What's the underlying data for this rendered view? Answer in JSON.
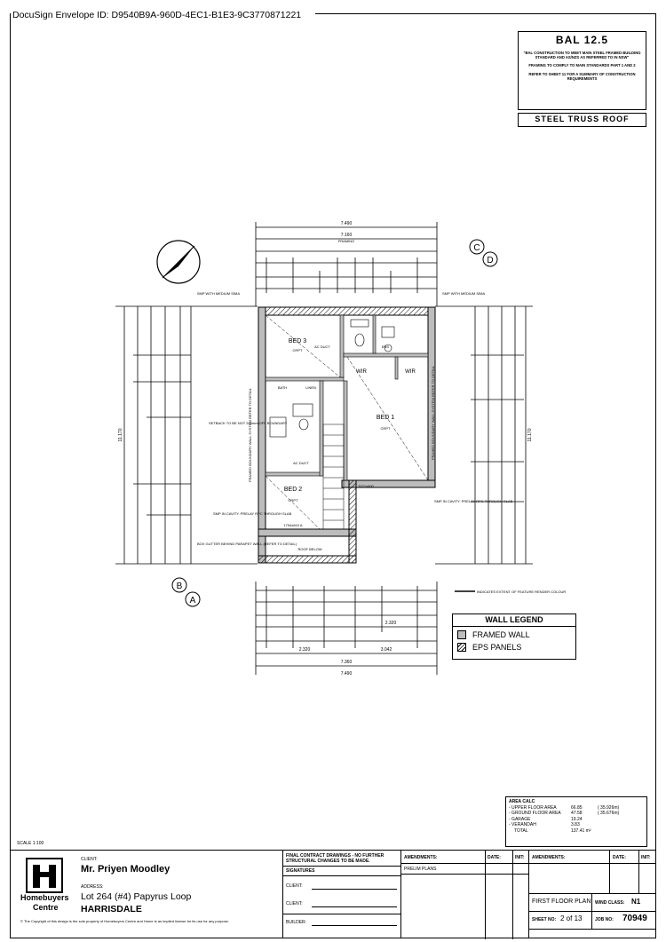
{
  "envelope": "DocuSign Envelope ID: D9540B9A-960D-4EC1-B1E3-9C3770871221",
  "bal": {
    "title": "BAL 12.5",
    "line1": "\"BAL CONSTRUCTION TO MEET MAIN STEEL FRAMED BUILDING STANDARD AND AS/NZS AS REFERRED TO IN NSW\"",
    "line2": "FRAMING TO COMPLY TO MAIN STANDARDS PART 1 AND 2",
    "line3": "REFER TO SHEET 11 FOR A SUMMARY OF CONSTRUCTION REQUIREMENTS"
  },
  "roof": "STEEL TRUSS ROOF",
  "rooms": {
    "bed3": "BED 3",
    "bed3_carpet": "CRPT",
    "bed1": "BED 1",
    "bed1_carpet": "CRPT",
    "bed2": "BED 2",
    "bed2_carpet": "CRPT",
    "wir1": "WIR",
    "wir2": "WIR",
    "linen": "LINEN",
    "ens": "ENS",
    "bath": "BATH",
    "ac": "AC DUCT",
    "ac2": "AC DUCT"
  },
  "dims": {
    "overall_top": "7.490",
    "overall_top2": "7.160",
    "framing": "FRAMING",
    "overall_bottom": "7.490",
    "overall_bottom2": "7.360",
    "left_overall": "11.170",
    "right_overall": "11.170",
    "bottom_a": "2.320",
    "bottom_b": "3.042",
    "bottom_c": "2.320"
  },
  "notes": {
    "n1": "SMP WITH MEDIUM SIMA",
    "n2": "SMP WITH MEDIUM SIMA",
    "n3": "SETBACK TO BE NOT 200mm OFF BOUNDARY",
    "n4": "FRAMED BOUNDARY WALL SYSTEM REFER TO DETAIL",
    "n5": "FRAMED BOUNDARY WALL SYSTEM REFER TO DETAIL",
    "n6": "SMP IN CAVITY. PRELAY RPC THROUGH SLAB",
    "n7": "SMP IN CAVITY. PRELAY RPC THROUGH SLAB",
    "n8": "BOX GUTTER BEHIND PARAPET WALL (REFER TO DETAIL)",
    "n9": "ROOF BELOW",
    "n10": "INDICATES EXTENT OF FEATURE RENDER COLOUR",
    "n11": "1794x610 A",
    "n12": "3221x600"
  },
  "markers": {
    "c": "C",
    "d": "D",
    "b": "B",
    "a": "A"
  },
  "legend": {
    "title": "WALL LEGEND",
    "framed": "FRAMED WALL",
    "eps": "EPS PANELS"
  },
  "area": {
    "title": "AREA CALC",
    "rows": [
      {
        "label": "- UPPER FLOOR AREA",
        "value": "66.85",
        "extra": "( 35.926m)"
      },
      {
        "label": "- GROUND FLOOR AREA",
        "value": "47.58",
        "extra": "( 35.676m)"
      },
      {
        "label": "- GARAGE",
        "value": "19.24",
        "extra": ""
      },
      {
        "label": "- VERANDAH",
        "value": "3.83",
        "extra": ""
      },
      {
        "label": "TOTAL",
        "value": "137.41 m²",
        "extra": ""
      }
    ]
  },
  "scale": "SCALE 1:100",
  "title_block": {
    "client_label": "CLIENT:",
    "client_name": "Mr. Priyen Moodley",
    "address_label": "ADDRESS:",
    "address1": "Lot 264 (#4) Papyrus Loop",
    "address2": "HARRISDALE",
    "company1": "Homebuyers",
    "company2": "Centre",
    "copyright": "© The Copyright of this design is the sole property of Homebuyers Centre and Home is an implied license for its use for any purpose.",
    "final_note": "FINAL CONTRACT DRAWINGS - NO FURTHER STRUCTURAL CHANGES TO BE MADE.",
    "signatures": "SIGNATURES",
    "sig_client1": "CLIENT:",
    "sig_client2": "CLIENT:",
    "sig_builder": "BUILDER:",
    "amendments1": "AMENDMENTS:",
    "date1": "DATE:",
    "init1": "INIT:",
    "prelim": "PRELIM PLANS",
    "amendments2": "AMENDMENTS:",
    "date2": "DATE:",
    "init2": "INIT:",
    "sheet_title": "FIRST FLOOR PLAN",
    "wind_class_label": "WIND CLASS:",
    "wind_class": "N1",
    "sheet_no_label": "SHEET NO:",
    "sheet_no": "2 of 13",
    "job_no_label": "JOB NO:",
    "job_no": "70949"
  }
}
